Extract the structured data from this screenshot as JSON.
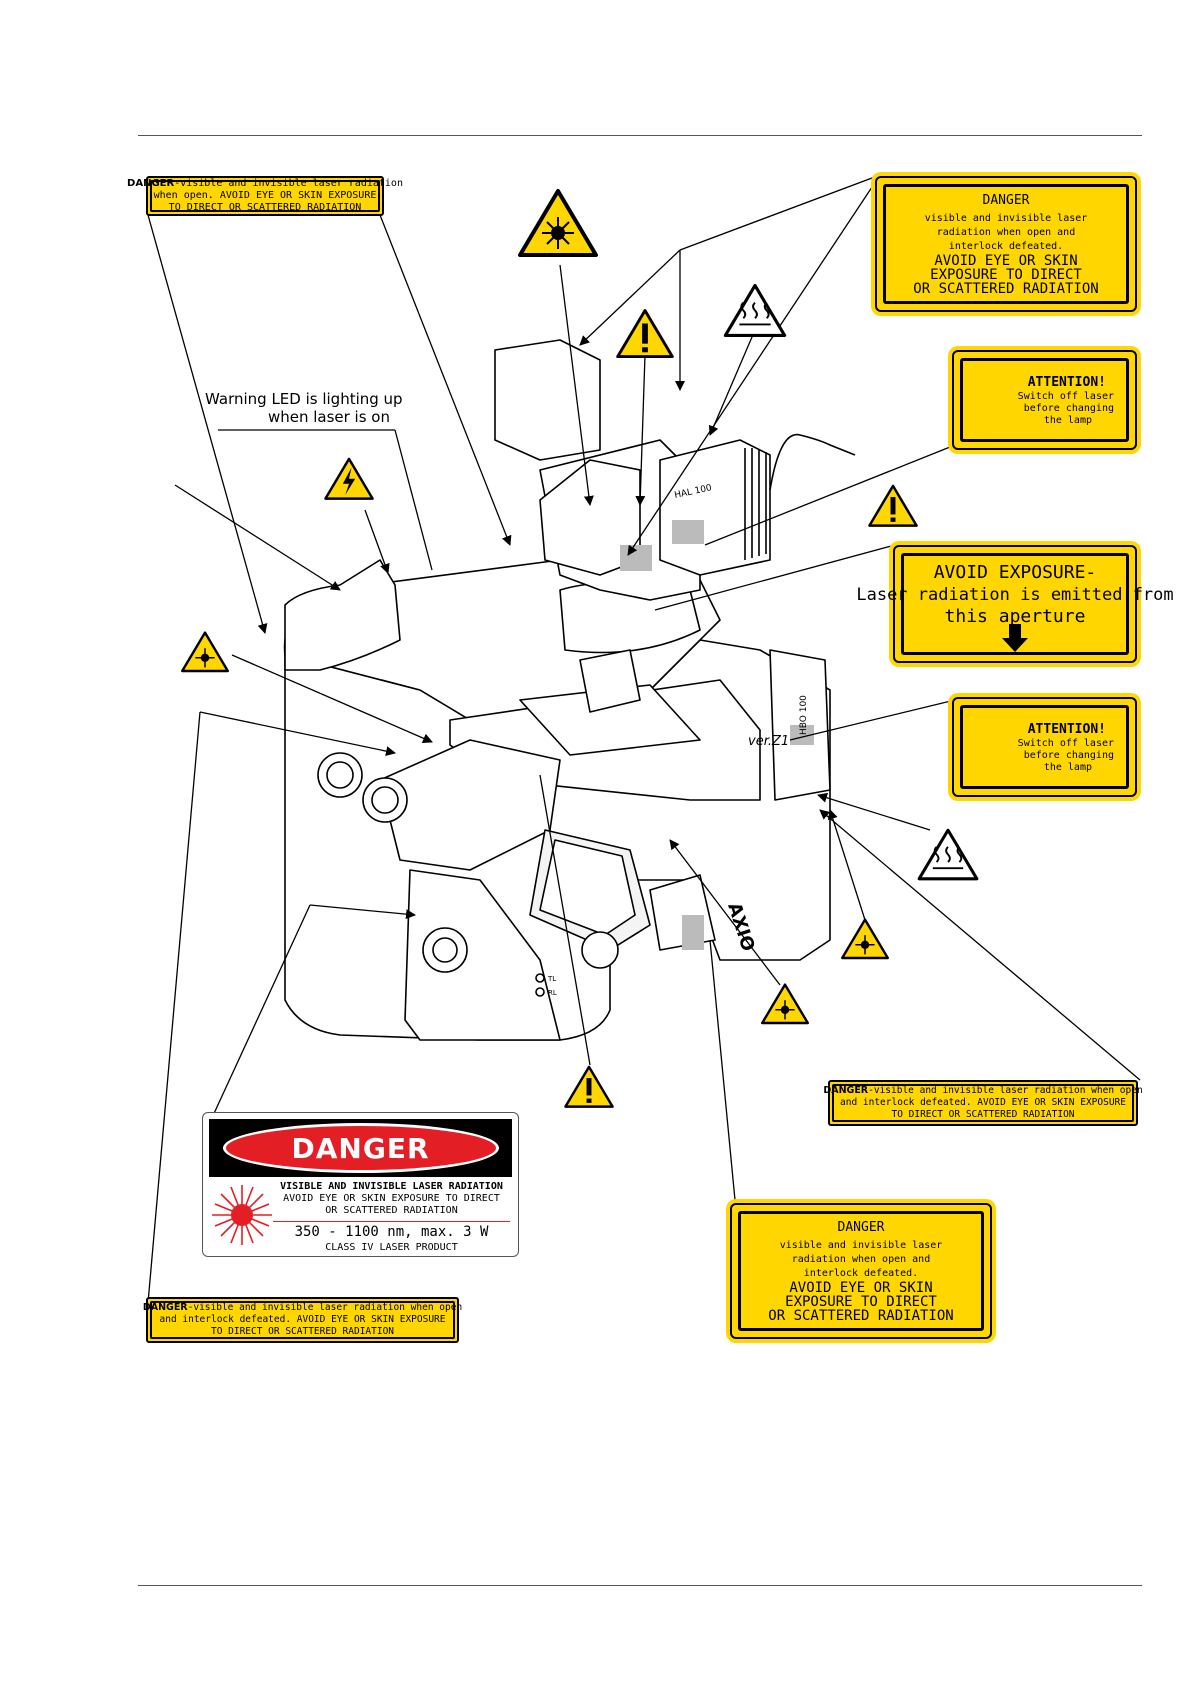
{
  "label_tl": {
    "l1_bold": "DANGER",
    "l1": "-visible and invisible laser radiation",
    "l2": "when open. AVOID EYE OR SKIN EXPOSURE",
    "l3": "TO DIRECT OR SCATTERED RADIATION"
  },
  "label_tr": {
    "l1": "DANGER",
    "l2": "visible and invisible laser",
    "l3": "radiation when open and",
    "l4": "interlock defeated.",
    "l5": "AVOID EYE OR SKIN",
    "l6": "EXPOSURE TO DIRECT",
    "l7": "OR SCATTERED RADIATION"
  },
  "attention1": {
    "l1": "ATTENTION!",
    "l2": "Switch off laser",
    "l3": "before changing",
    "l4": "the lamp"
  },
  "avoid": {
    "l1": "AVOID EXPOSURE-",
    "l2": "Laser radiation is emitted from",
    "l3": "this aperture"
  },
  "attention2": {
    "l1": "ATTENTION!",
    "l2": "Switch off laser",
    "l3": "before changing",
    "l4": "the lamp"
  },
  "led": {
    "l1": "Warning LED is lighting up",
    "l2": "when laser is on"
  },
  "label_mr": {
    "l1_bold": "DANGER",
    "l1": "-visible and invisible laser radiation when open",
    "l2": "and interlock defeated. AVOID EYE OR SKIN EXPOSURE",
    "l3": "TO DIRECT OR SCATTERED RADIATION"
  },
  "label_bl": {
    "l1_bold": "DANGER",
    "l1": "-visible and invisible laser radiation when open",
    "l2": "and interlock defeated. AVOID EYE OR SKIN EXPOSURE",
    "l3": "TO DIRECT OR SCATTERED RADIATION"
  },
  "label_br": {
    "l1": "DANGER",
    "l2": "visible and invisible laser",
    "l3": "radiation when open and",
    "l4": "interlock defeated.",
    "l5": "AVOID EYE OR SKIN",
    "l6": "EXPOSURE TO DIRECT",
    "l7": "OR SCATTERED RADIATION"
  },
  "danger_panel": {
    "header": "DANGER",
    "l1": "VISIBLE AND INVISIBLE LASER RADIATION",
    "l2": "AVOID EYE OR SKIN EXPOSURE TO DIRECT",
    "l3": "OR SCATTERED RADIATION",
    "l4": "350 - 1100 nm, max. 3 W",
    "l5": "CLASS IV LASER PRODUCT"
  },
  "device": {
    "hal": "HAL 100",
    "hbo": "HBO 100",
    "model": "ver.Z1",
    "brand": "AXIO",
    "tl": "TL",
    "rl": "RL"
  },
  "colors": {
    "label_yellow": "#ffd600",
    "danger_red": "#e31e24"
  }
}
